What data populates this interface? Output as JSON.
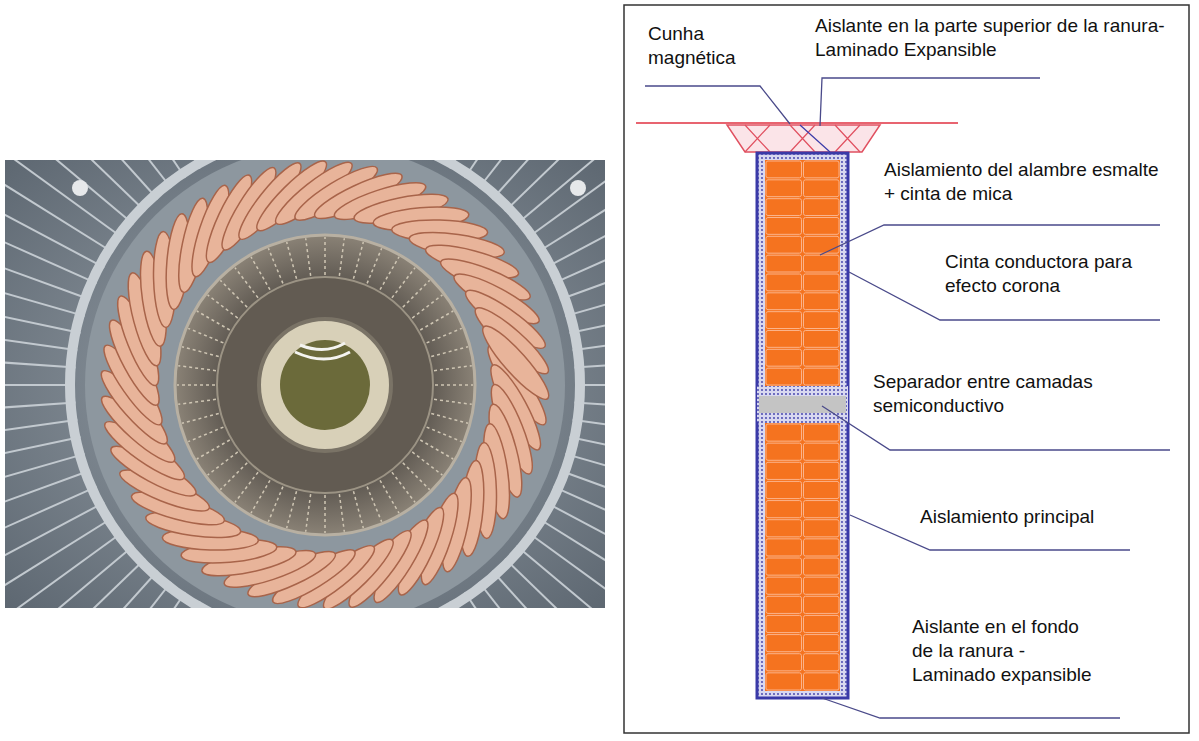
{
  "diagram": {
    "labels": [
      "Cunha magnética",
      "Aislante en la parte superior de la ranura-Laminado Expansible",
      "Aislamiento del alambre esmalte + cinta de mica",
      "Cinta conductora para efecto corona",
      "Separador entre camadas semiconductivo",
      "Aislamiento principal",
      "Aislante en el fondo de la ranura - Laminado expansible"
    ]
  }
}
